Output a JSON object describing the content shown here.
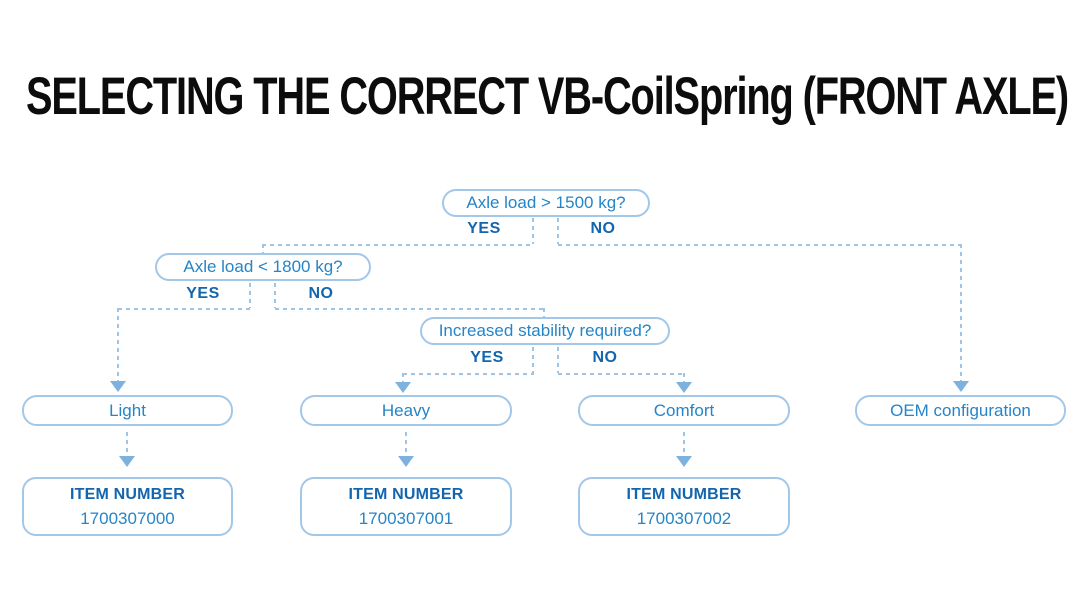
{
  "title": "SELECTING THE CORRECT VB-CoilSpring (FRONT AXLE)",
  "colors": {
    "box_border": "#a3c7e8",
    "dash_line": "#9ec4e6",
    "arrowhead": "#7eb1de",
    "question_text": "#2585c7",
    "bold_label": "#1365ae",
    "title_text": "#0c0c0c",
    "background": "#ffffff"
  },
  "flowchart": {
    "decisions": [
      {
        "question": "Axle load > 1500 kg?",
        "yes_label": "YES",
        "no_label": "NO"
      },
      {
        "question": "Axle load < 1800 kg?",
        "yes_label": "YES",
        "no_label": "NO"
      },
      {
        "question": "Increased stability required?",
        "yes_label": "YES",
        "no_label": "NO"
      }
    ],
    "outcomes": [
      {
        "label": "Light"
      },
      {
        "label": "Heavy"
      },
      {
        "label": "Comfort"
      },
      {
        "label": "OEM configuration"
      }
    ],
    "items": [
      {
        "heading": "ITEM NUMBER",
        "number": "1700307000"
      },
      {
        "heading": "ITEM NUMBER",
        "number": "1700307001"
      },
      {
        "heading": "ITEM NUMBER",
        "number": "1700307002"
      }
    ]
  }
}
